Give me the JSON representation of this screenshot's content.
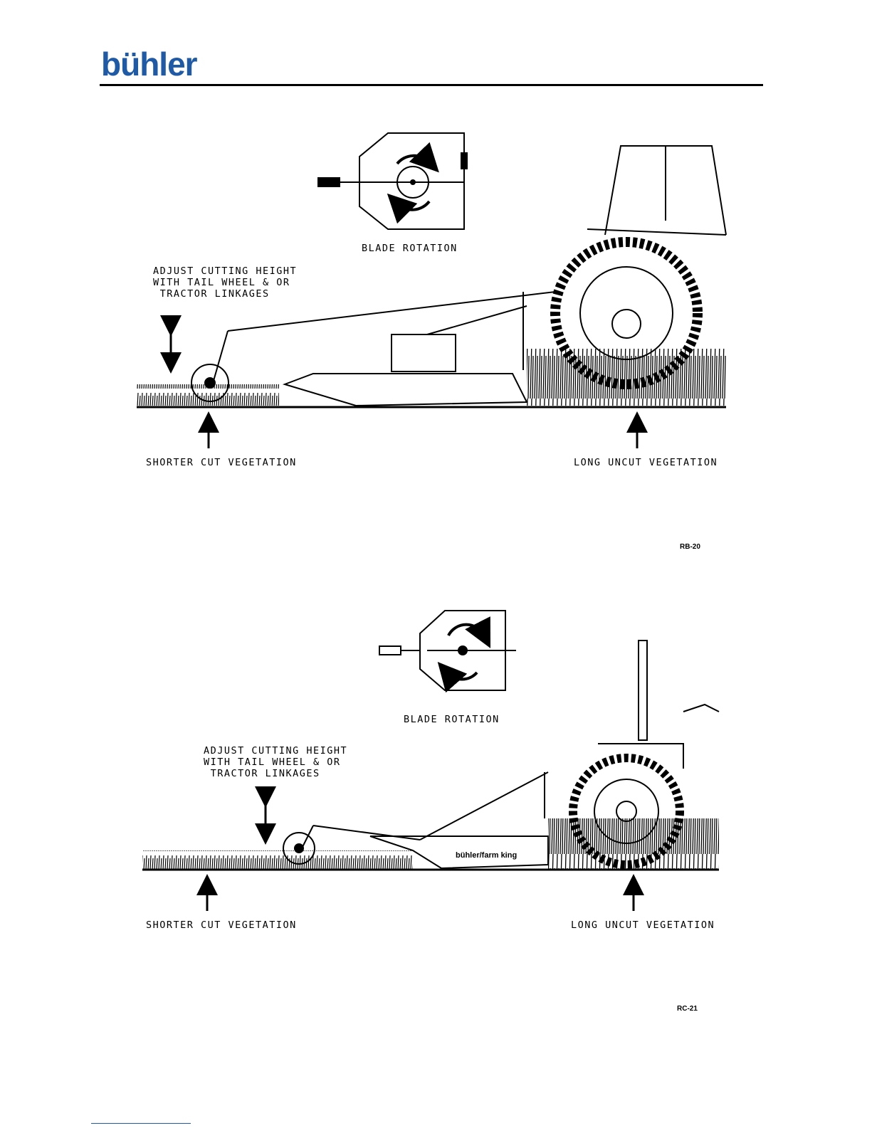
{
  "header": {
    "logo": "bühler"
  },
  "figures": [
    {
      "blade_rotation_label": "BLADE ROTATION",
      "adjust_label": "ADJUST CUTTING HEIGHT\nWITH TAIL WHEEL & OR\n TRACTOR LINKAGES",
      "left_label": "SHORTER CUT VEGETATION",
      "right_label": "LONG UNCUT VEGETATION",
      "code": "RB-20"
    },
    {
      "blade_rotation_label": "BLADE ROTATION",
      "adjust_label": "ADJUST CUTTING HEIGHT\nWITH TAIL WHEEL & OR\n TRACTOR LINKAGES",
      "left_label": "SHORTER CUT VEGETATION",
      "right_label": "LONG UNCUT VEGETATION",
      "code": "RC-21",
      "deck_logo": "bühler/farm king"
    }
  ]
}
